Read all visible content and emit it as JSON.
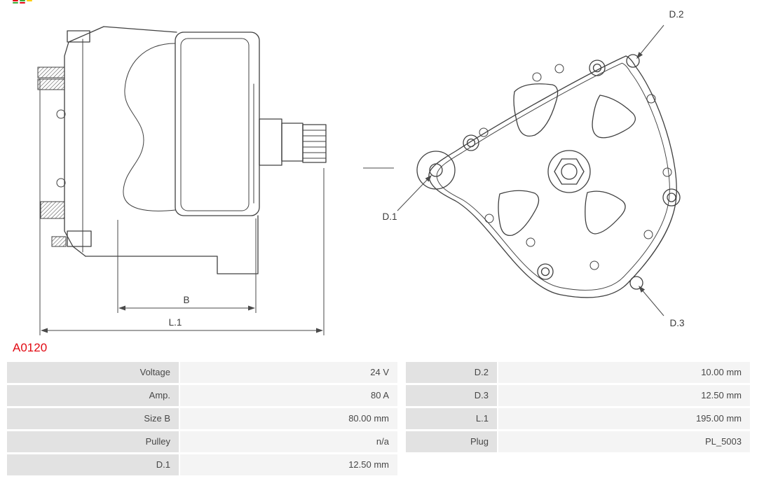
{
  "part_number": "A0120",
  "logo": {
    "name": "brand-logo",
    "colors": [
      "#e30613",
      "#3aaa35",
      "#ffcc00"
    ]
  },
  "drawing": {
    "labels": {
      "b": "B",
      "l1": "L.1",
      "d1": "D.1",
      "d2": "D.2",
      "d3": "D.3"
    }
  },
  "colors": {
    "accent_red": "#e20a13",
    "cell_label_bg": "#e2e2e2",
    "cell_value_bg": "#f4f4f4",
    "line": "#404040",
    "text": "#474747"
  },
  "table": {
    "rows": [
      {
        "l_label": "Voltage",
        "l_value": "24 V",
        "r_label": "D.2",
        "r_value": "10.00 mm"
      },
      {
        "l_label": "Amp.",
        "l_value": "80 A",
        "r_label": "D.3",
        "r_value": "12.50 mm"
      },
      {
        "l_label": "Size B",
        "l_value": "80.00 mm",
        "r_label": "L.1",
        "r_value": "195.00 mm"
      },
      {
        "l_label": "Pulley",
        "l_value": "n/a",
        "r_label": "Plug",
        "r_value": "PL_5003"
      },
      {
        "l_label": "D.1",
        "l_value": "12.50 mm",
        "r_label": "",
        "r_value": ""
      }
    ]
  }
}
